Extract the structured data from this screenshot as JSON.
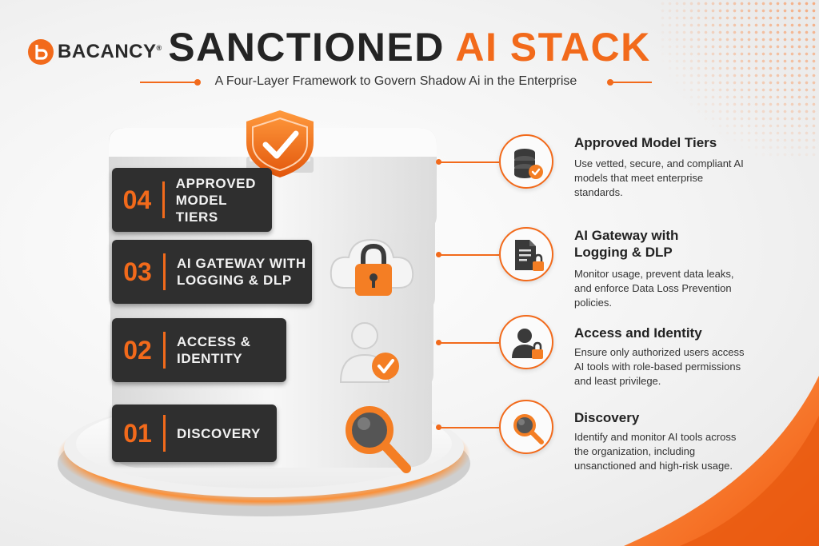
{
  "brand": {
    "name": "BACANCY",
    "registered": "®"
  },
  "header": {
    "title_main": "SANCTIONED",
    "title_accent": "AI STACK",
    "subtitle": "A Four-Layer Framework to Govern Shadow Ai in the Enterprise"
  },
  "colors": {
    "accent": "#f26a1b",
    "dark": "#2f2f2f",
    "layer": "#f0f0f0"
  },
  "layers": [
    {
      "number": "04",
      "label": "APPROVED\nMODEL TIERS",
      "icon": "shield-check-icon"
    },
    {
      "number": "03",
      "label": "AI GATEWAY WITH\nLOGGING & DLP",
      "icon": "cloud-lock-icon"
    },
    {
      "number": "02",
      "label": "ACCESS &\nIDENTITY",
      "icon": "user-check-icon"
    },
    {
      "number": "01",
      "label": "DISCOVERY",
      "icon": "magnifier-icon"
    }
  ],
  "details": [
    {
      "title": "Approved Model Tiers",
      "description": "Use vetted, secure, and compliant AI models that meet enterprise standards.",
      "icon": "database-check-icon"
    },
    {
      "title": "AI Gateway with\nLogging & DLP",
      "description": "Monitor usage, prevent data leaks, and enforce Data Loss Prevention policies.",
      "icon": "document-lock-icon"
    },
    {
      "title": "Access and Identity",
      "description": "Ensure only authorized users access AI tools with role-based permissions and least privilege.",
      "icon": "user-lock-icon"
    },
    {
      "title": "Discovery",
      "description": "Identify and monitor AI tools across the organization, including unsanctioned and high-risk usage.",
      "icon": "search-icon"
    }
  ]
}
